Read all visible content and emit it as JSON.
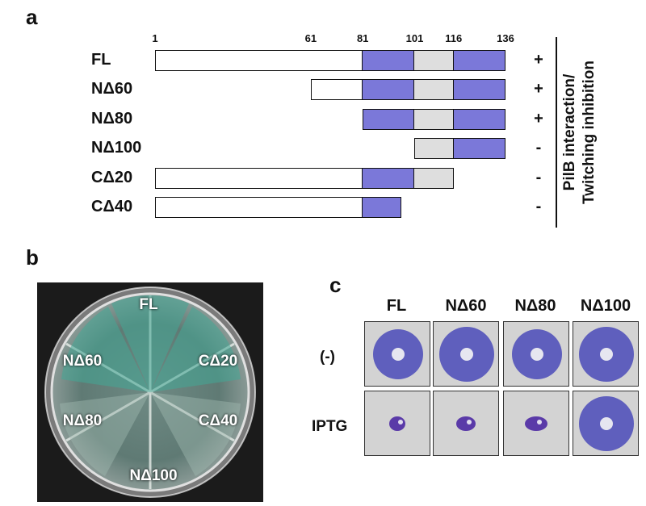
{
  "panel_a": {
    "letter": "a",
    "positions": [
      {
        "label": "1",
        "value": 1
      },
      {
        "label": "61",
        "value": 61
      },
      {
        "label": "81",
        "value": 81
      },
      {
        "label": "101",
        "value": 101
      },
      {
        "label": "116",
        "value": 116
      },
      {
        "label": "136",
        "value": 136
      }
    ],
    "constructs": [
      {
        "name": "FL",
        "start": 1,
        "end": 136,
        "sign": "+"
      },
      {
        "name": "NΔ60",
        "start": 61,
        "end": 136,
        "sign": "+"
      },
      {
        "name": "NΔ80",
        "start": 81,
        "end": 136,
        "sign": "+"
      },
      {
        "name": "NΔ100",
        "start": 101,
        "end": 136,
        "sign": "-"
      },
      {
        "name": "CΔ20",
        "start": 1,
        "end": 116,
        "sign": "-"
      },
      {
        "name": "CΔ40",
        "start": 1,
        "end": 96,
        "sign": "-"
      }
    ],
    "domains": [
      {
        "start": 1,
        "end": 81,
        "color": "#ffffff"
      },
      {
        "start": 81,
        "end": 101,
        "color": "#7b78d9"
      },
      {
        "start": 101,
        "end": 116,
        "color": "#dedede"
      },
      {
        "start": 116,
        "end": 136,
        "color": "#7b78d9"
      }
    ],
    "phenotype_label_line1": "PilB interaction/",
    "phenotype_label_line2": "Twitching inhibition"
  },
  "panel_b": {
    "letter": "b",
    "sector_labels": [
      "FL",
      "CΔ20",
      "CΔ40",
      "NΔ100",
      "NΔ80",
      "NΔ60"
    ]
  },
  "panel_c": {
    "letter": "c",
    "columns": [
      "FL",
      "NΔ60",
      "NΔ80",
      "NΔ100"
    ],
    "rows": [
      "(-)",
      "IPTG"
    ],
    "colony_color": "#4a4ab8",
    "background_color": "#d3d3d3",
    "colonies": [
      [
        "large",
        "large",
        "large",
        "large"
      ],
      [
        "small",
        "small",
        "small",
        "large"
      ]
    ]
  }
}
